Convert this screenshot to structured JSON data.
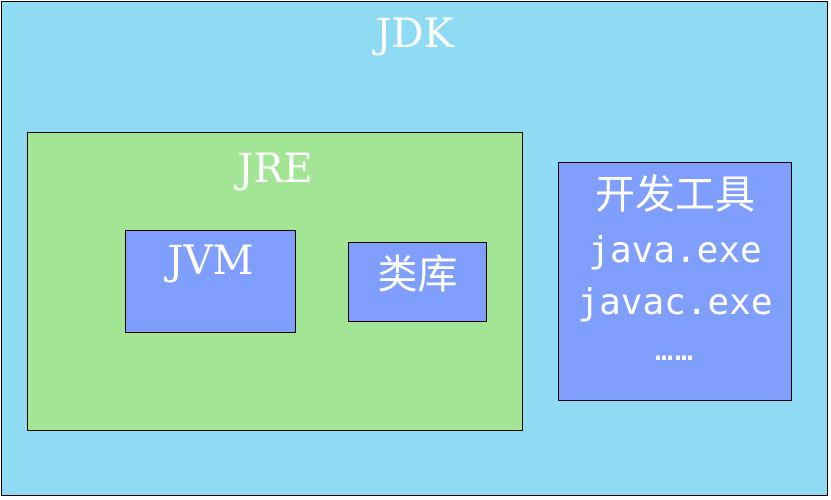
{
  "jdk": {
    "label": "JDK"
  },
  "jre": {
    "label": "JRE"
  },
  "jvm": {
    "label": "JVM"
  },
  "library": {
    "label": "类库"
  },
  "dev_tools": {
    "label": "开发工具",
    "items": [
      "java.exe",
      "javac.exe",
      "……"
    ]
  },
  "colors": {
    "jdk_fill": "#8fdbf3",
    "jre_fill": "#a2e594",
    "inner_fill": "#809efb",
    "text": "#ffffff",
    "border": "#000000"
  }
}
